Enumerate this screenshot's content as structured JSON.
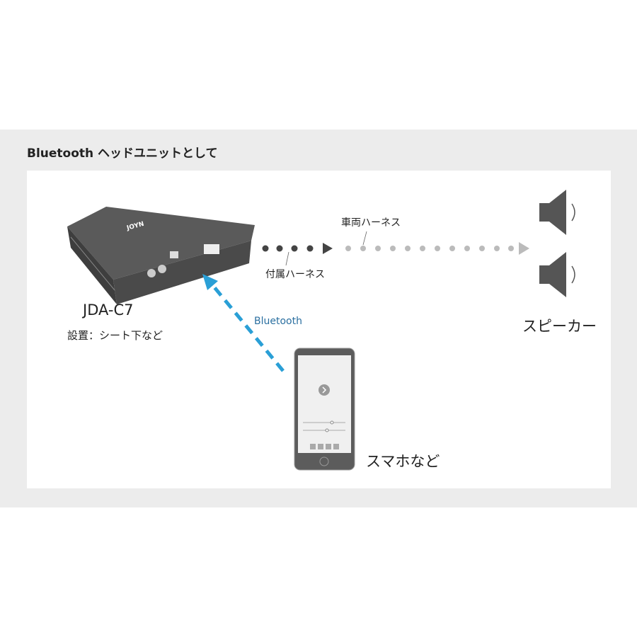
{
  "title": "Bluetooth ヘッドユニットとして",
  "device": {
    "name": "JDA-C7",
    "install": "設置：シート下など",
    "logo": "JOYN"
  },
  "cables": {
    "included": "付属ハーネス",
    "vehicle": "車両ハーネス"
  },
  "wireless": {
    "label": "Bluetooth",
    "color": "#2a9fd6"
  },
  "speakers": {
    "label": "スピーカー"
  },
  "phone": {
    "label": "スマホなど"
  }
}
